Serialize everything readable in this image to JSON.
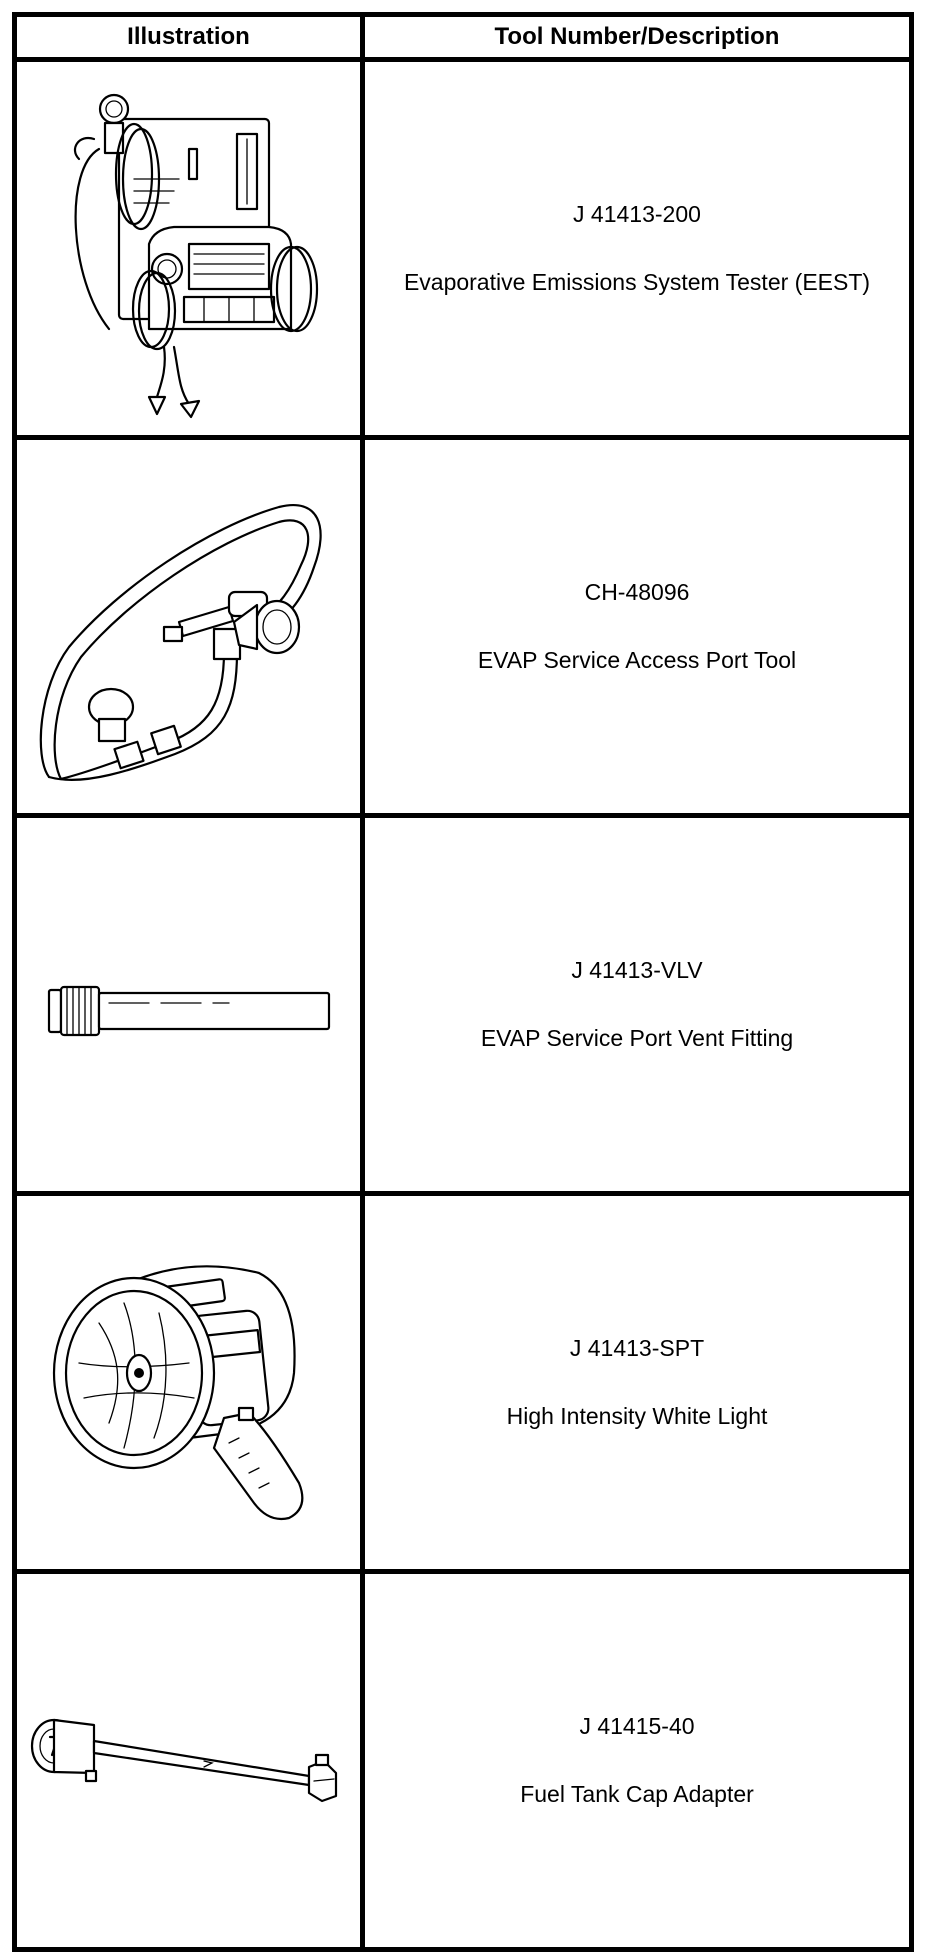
{
  "table": {
    "headers": {
      "illustration": "Illustration",
      "description": "Tool Number/Description"
    },
    "rows": [
      {
        "tool_number": "J 41413-200",
        "description": "Evaporative Emissions System Tester (EEST)",
        "icon": "evap-tester-icon"
      },
      {
        "tool_number": "CH-48096",
        "description": "EVAP Service Access Port Tool",
        "icon": "access-port-tool-icon"
      },
      {
        "tool_number": "J 41413-VLV",
        "description": "EVAP Service Port Vent Fitting",
        "icon": "vent-fitting-icon"
      },
      {
        "tool_number": "J 41413-SPT",
        "description": "High Intensity White Light",
        "icon": "spotlight-icon"
      },
      {
        "tool_number": "J 41415-40",
        "description": "Fuel Tank Cap Adapter",
        "icon": "cap-adapter-icon"
      }
    ]
  }
}
